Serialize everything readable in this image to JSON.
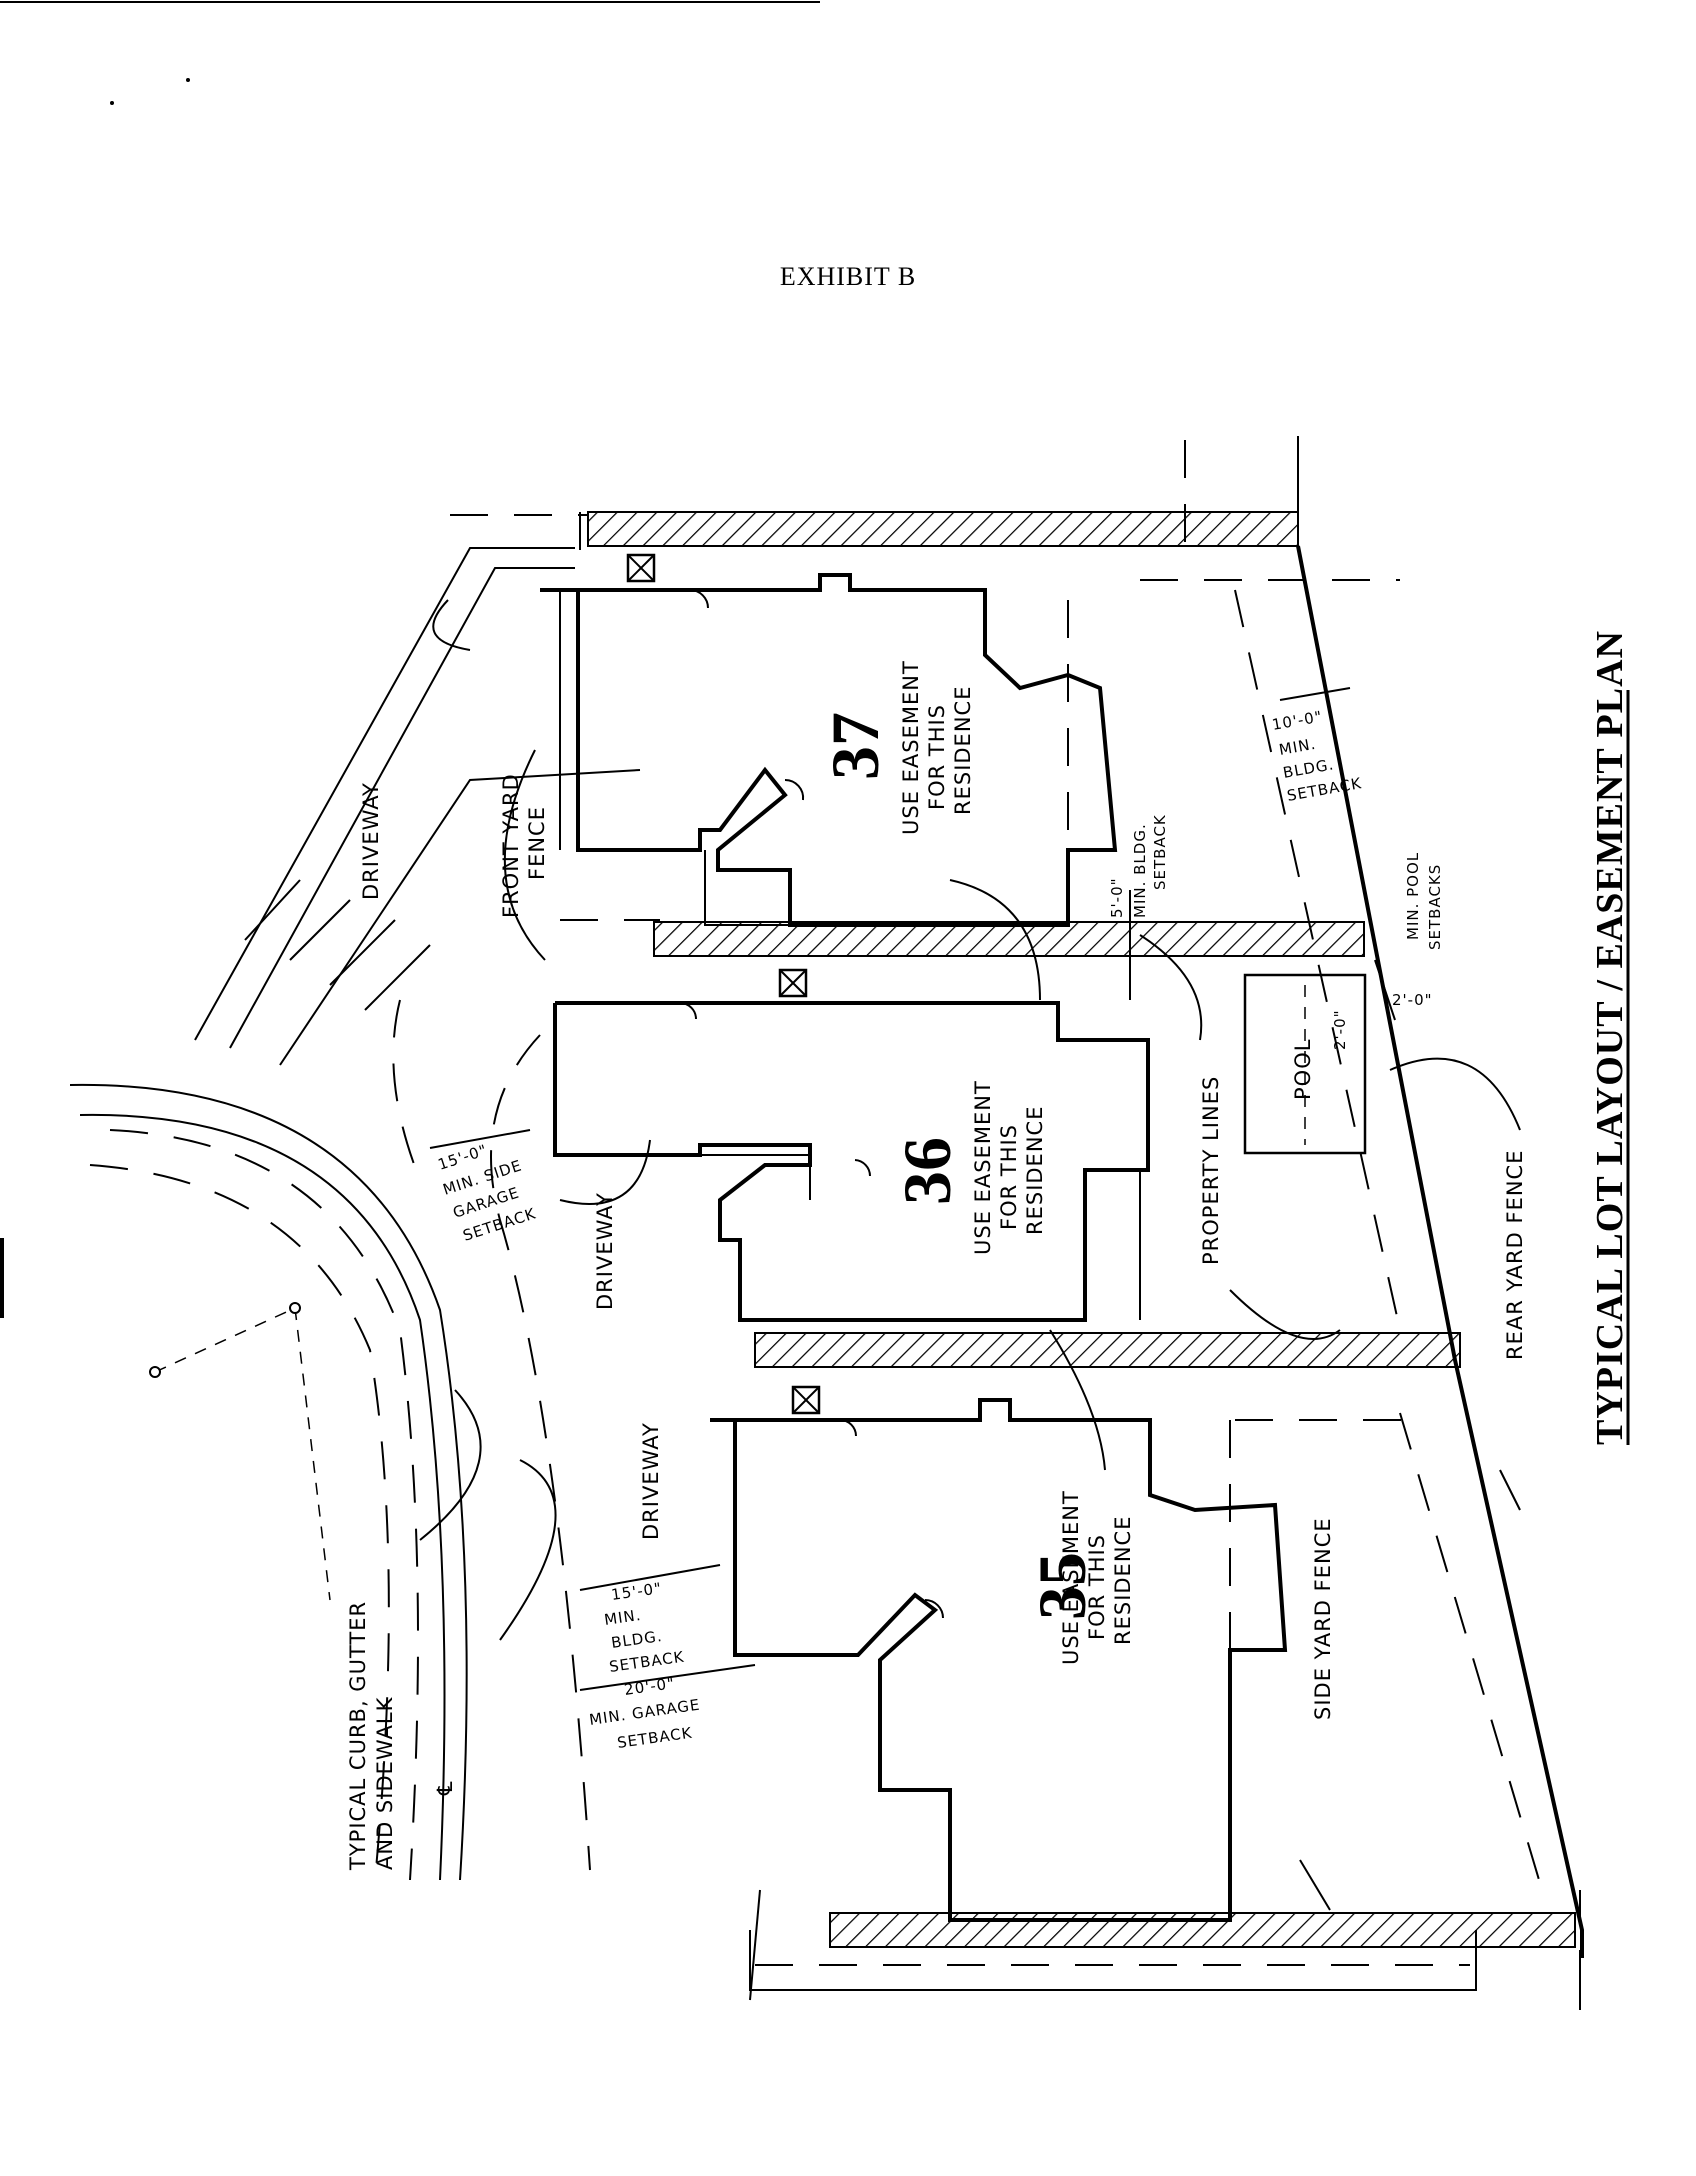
{
  "exhibit": "EXHIBIT B",
  "title": "TYPICAL LOT LAYOUT / EASEMENT PLAN",
  "lots": [
    {
      "number": "37",
      "easement": [
        "USE EASEMENT",
        "FOR THIS",
        "RESIDENCE"
      ]
    },
    {
      "number": "36",
      "easement": [
        "USE EASEMENT",
        "FOR THIS",
        "RESIDENCE"
      ]
    },
    {
      "number": "35",
      "easement": [
        "USE EASEMENT",
        "FOR THIS",
        "RESIDENCE"
      ]
    }
  ],
  "labels": {
    "driveway": "DRIVEWAY",
    "front_yard_fence": [
      "FRONT YARD",
      "FENCE"
    ],
    "pool": "POOL",
    "property_lines": "PROPERTY LINES",
    "rear_yard_fence": "REAR YARD FENCE",
    "side_yard_fence": "SIDE YARD FENCE",
    "curb": [
      "TYPICAL CURB, GUTTER",
      "AND SIDEWALK"
    ],
    "centerline": "℄"
  },
  "dims": {
    "rear_setback": {
      "value": "10'-0\"",
      "text": [
        "MIN.",
        "BLDG.",
        "SETBACK"
      ]
    },
    "side_setback": {
      "value": "5'-0\"",
      "text": [
        "MIN. BLDG.",
        "SETBACK"
      ]
    },
    "pool_setback": {
      "value": "2'-0\"",
      "text": [
        "MIN. POOL",
        "SETBACKS"
      ]
    },
    "pool_inner": "2'-0\"",
    "side_garage": {
      "value": "15'-0\"",
      "text": [
        "MIN. SIDE",
        "GARAGE",
        "SETBACK"
      ]
    },
    "front_bldg": {
      "value": "15'-0\"",
      "text": [
        "MIN.",
        "BLDG.",
        "SETBACK"
      ]
    },
    "front_garage": {
      "value": "20'-0\"",
      "text": [
        "MIN. GARAGE",
        "SETBACK"
      ]
    }
  }
}
